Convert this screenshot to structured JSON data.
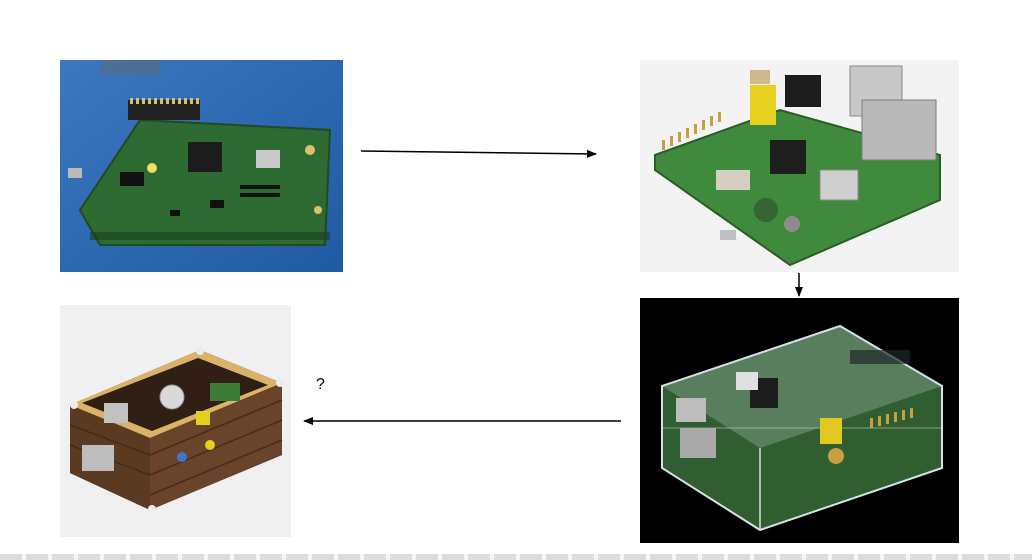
{
  "annotation": {
    "question_mark": "?"
  },
  "colors": {
    "arrow": "#000000",
    "pcb_green": "#3f7f3a",
    "background_blue": "#2f6fb8",
    "case_wood": "#5a3a22"
  },
  "panels": [
    {
      "name": "prototype-board-photo"
    },
    {
      "name": "model-b-board-photo"
    },
    {
      "name": "clear-case-photo"
    },
    {
      "name": "wooden-case-photo"
    }
  ]
}
